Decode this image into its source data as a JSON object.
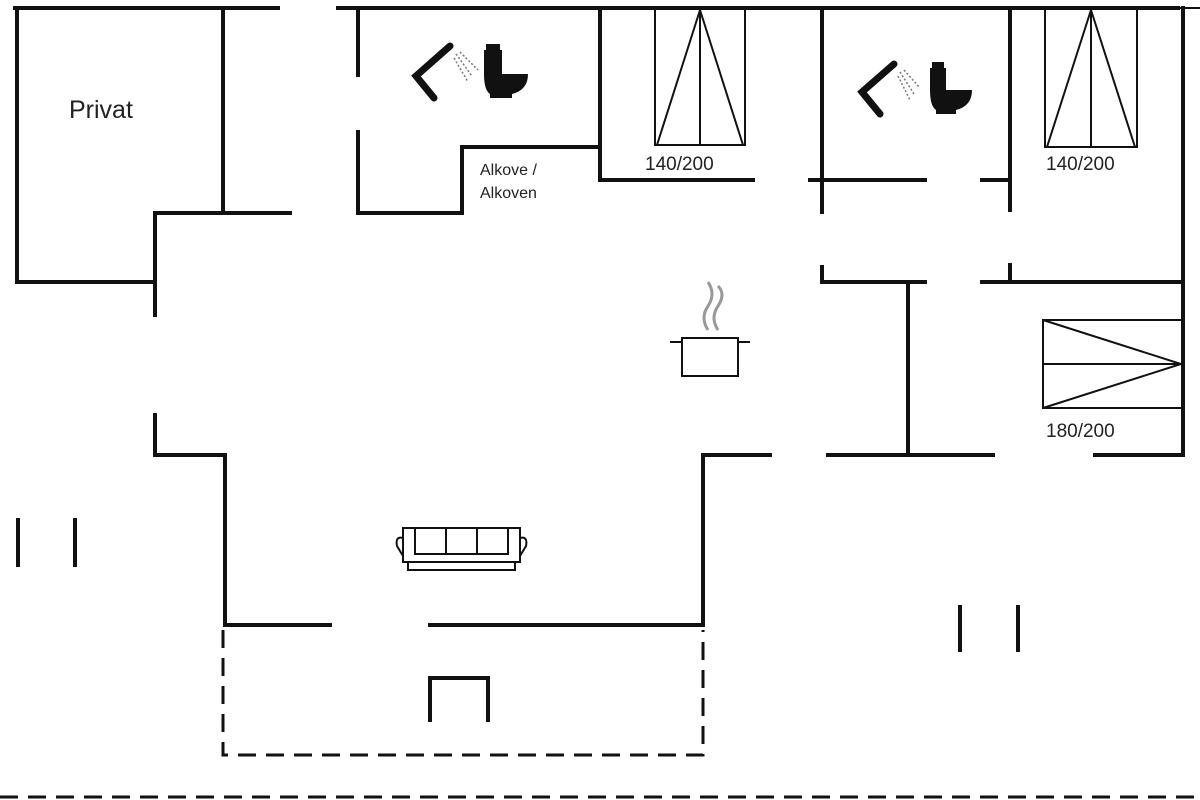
{
  "rooms": {
    "private_label": "Privat",
    "alcove_line1": "Alkove /",
    "alcove_line2": "Alkoven"
  },
  "beds": [
    {
      "size": "140/200"
    },
    {
      "size": "140/200"
    },
    {
      "size": "180/200"
    }
  ],
  "colors": {
    "lines": "#111111",
    "background": "#ffffff"
  }
}
